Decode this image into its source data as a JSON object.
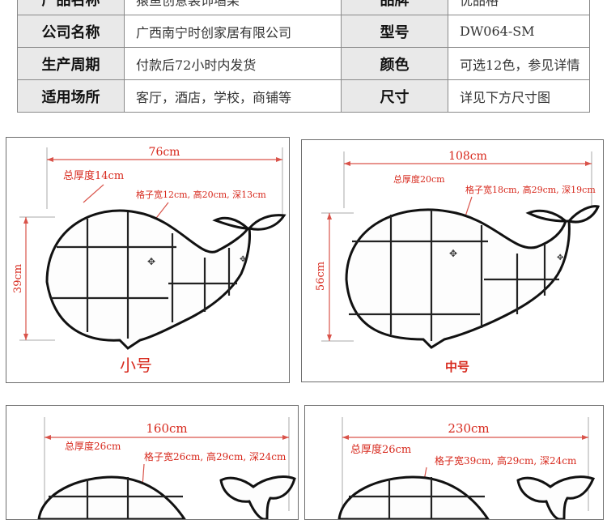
{
  "spec_table": {
    "rows": [
      {
        "k1": "产品名称",
        "v1": "猿鱼创意装饰墙架",
        "k2": "品牌",
        "v2": "优品格"
      },
      {
        "k1": "公司名称",
        "v1": "广西南宁时创家居有限公司",
        "k2": "型号",
        "v2": "DW064-SM"
      },
      {
        "k1": "生产周期",
        "v1": "付款后72小时内发货",
        "k2": "颜色",
        "v2": "可选12色，参见详情"
      },
      {
        "k1": "适用场所",
        "v1": "客厅，酒店，学校，商铺等",
        "k2": "尺寸",
        "v2": "详见下方尺寸图"
      }
    ]
  },
  "panels": {
    "small": {
      "width_label": "76cm",
      "depth_label": "总厚度14cm",
      "cell_label": "格子宽12cm, 高20cm, 深13cm",
      "height_label": "39cm",
      "size_name": "小号"
    },
    "medium": {
      "width_label": "108cm",
      "depth_label": "总厚度20cm",
      "cell_label": "格子宽18cm, 高29cm, 深19cm",
      "height_label": "56cm",
      "size_name": "中号"
    },
    "large": {
      "width_label": "160cm",
      "depth_label": "总厚度26cm",
      "cell_label": "格子宽26cm, 高29cm, 深24cm"
    },
    "xlarge": {
      "width_label": "230cm",
      "depth_label": "总厚度26cm",
      "cell_label": "格子宽39cm, 高29cm, 深24cm"
    }
  },
  "colors": {
    "label_red": "#d7281c",
    "dim_line": "#d9534a",
    "key_cell": "#e9e9e9",
    "border": "#8a8a8a"
  }
}
